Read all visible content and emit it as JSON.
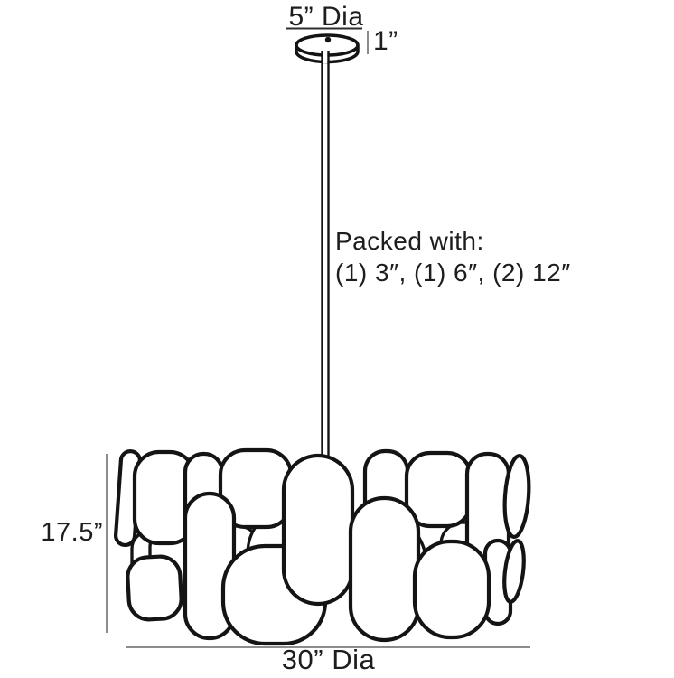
{
  "diagram": {
    "kind": "pendant-light-dimension-line-drawing",
    "labels": {
      "canopy_diameter": "5” Dia",
      "canopy_height": "1”",
      "packed_with_title": "Packed with:",
      "packed_with_items": "(1) 3″, (1) 6″, (2) 12″",
      "fixture_height": "17.5”",
      "fixture_diameter": "30” Dia"
    },
    "measurements": {
      "canopy_diameter_in": 5,
      "canopy_height_in": 1,
      "fixture_height_in": 17.5,
      "fixture_diameter_in": 30,
      "included_rods": [
        {
          "qty": 1,
          "length_in": 3
        },
        {
          "qty": 1,
          "length_in": 6
        },
        {
          "qty": 2,
          "length_in": 12
        }
      ]
    },
    "colors": {
      "artwork_line": "#141414",
      "dimension_line": "#8c8c8c",
      "text": "#1d1d1d",
      "background": "#ffffff"
    }
  }
}
